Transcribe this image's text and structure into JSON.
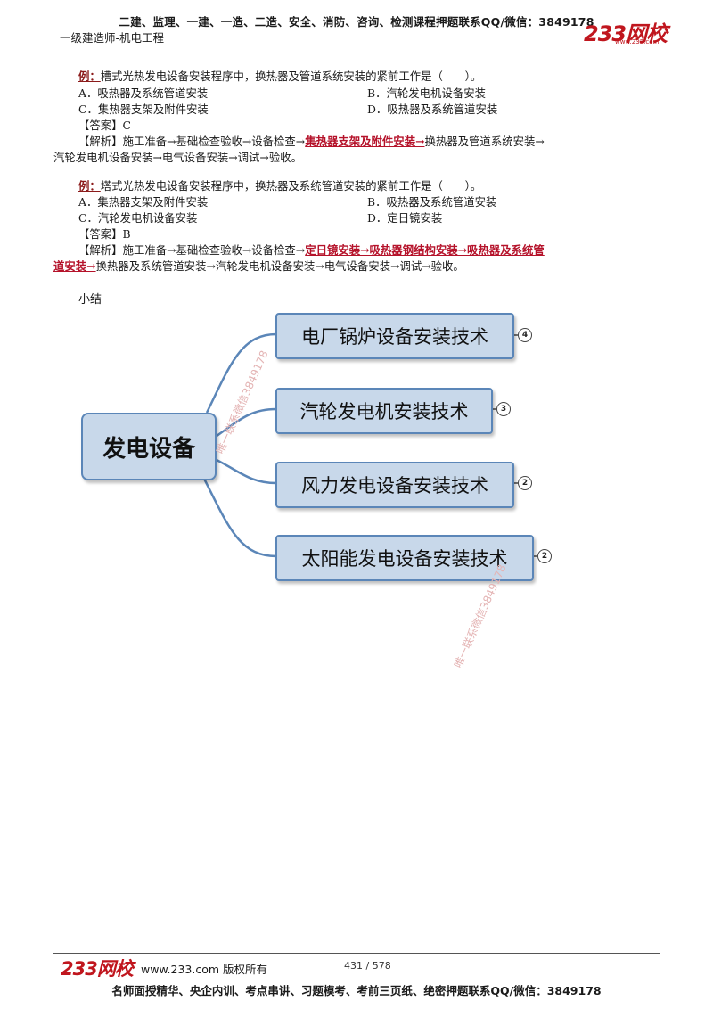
{
  "header": {
    "top_line": "二建、监理、一建、一造、二造、安全、消防、咨询、检测课程押题联系QQ/微信：3849178",
    "subtitle": "一级建造师-机电工程",
    "logo": "233网校",
    "logo_url": "www.233.com"
  },
  "q1": {
    "label": "例：",
    "stem": "槽式光热发电设备安装程序中，换热器及管道系统安装的紧前工作是（　　）。",
    "options": [
      "A．吸热器及系统管道安装",
      "B．汽轮发电机设备安装",
      "C．集热器支架及附件安装",
      "D．吸热器及系统管道安装"
    ],
    "answer": "【答案】C",
    "analysis_label": "【解析】",
    "analysis_a": "施工准备→基础检查验收→设备检查→",
    "analysis_red": "集热器支架及附件安装→",
    "analysis_b": "换热器及管道系统安装→",
    "analysis_c": "汽轮发电机设备安装→电气设备安装→调试→验收。"
  },
  "q2": {
    "label": "例：",
    "stem": "塔式光热发电设备安装程序中，换热器及系统管道安装的紧前工作是（　　）。",
    "options": [
      "A．集热器支架及附件安装",
      "B．吸热器及系统管道安装",
      "C．汽轮发电机设备安装",
      "D．定日镜安装"
    ],
    "answer": "【答案】B",
    "analysis_label": "【解析】",
    "analysis_a": "施工准备→基础检查验收→设备检查→",
    "analysis_red": "定日镜安装→吸热器钢结构安装→吸热器及系统管",
    "analysis_red2": "道安装→",
    "analysis_b": "换热器及系统管道安装→汽轮发电机设备安装→电气设备安装→调试→验收。"
  },
  "summary_title": "小结",
  "mindmap": {
    "root": "发电设备",
    "branches": [
      {
        "label": "电厂锅炉设备安装技术",
        "count": "4"
      },
      {
        "label": "汽轮发电机安装技术",
        "count": "3"
      },
      {
        "label": "风力发电设备安装技术",
        "count": "2"
      },
      {
        "label": "太阳能发电设备安装技术",
        "count": "2"
      }
    ]
  },
  "watermarks": [
    "唯一联系微信3849178",
    "唯一联系微信3849178"
  ],
  "footer": {
    "logo": "233网校",
    "copyright": "www.233.com 版权所有",
    "page": "431 / 578",
    "bottom_line": "名师面授精华、央企内训、考点串讲、习题模考、考前三页纸、绝密押题联系QQ/微信：3849178"
  },
  "colors": {
    "node_fill": "#c8d8ea",
    "node_border": "#5b86b8",
    "connector": "#5b86b8",
    "accent_red": "#b5122a",
    "logo_red": "#c0161e"
  }
}
